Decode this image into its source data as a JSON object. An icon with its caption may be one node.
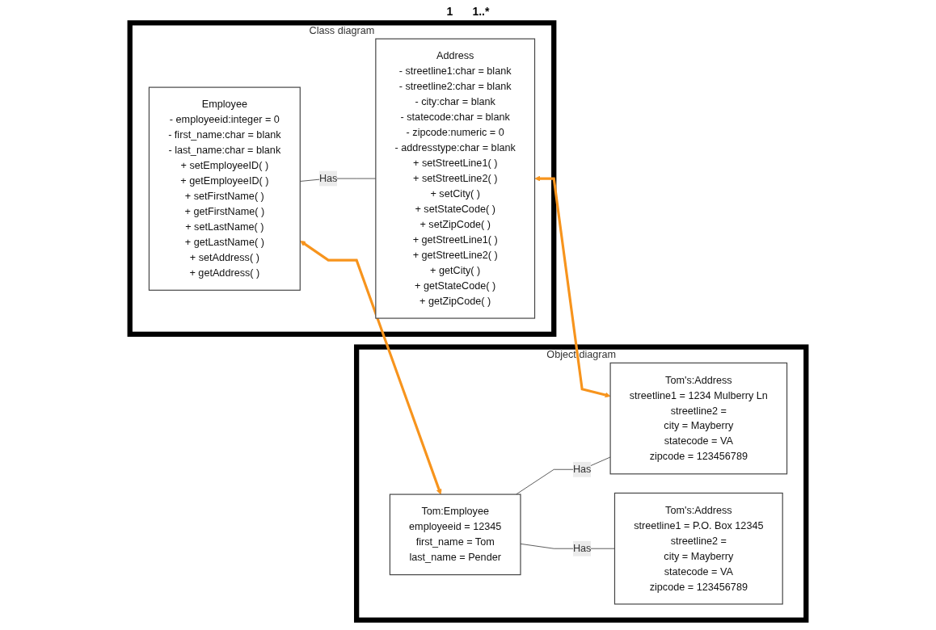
{
  "diagram": {
    "nodes": [
      {
        "text": [
          "Class diagram"
        ]
      },
      {
        "text": [
          "Employee",
          "- employeeid:integer = 0",
          "- first_name:char = blank",
          "- last_name:char = blank",
          "+ setEmployeeID( )",
          "+ getEmployeeID( )",
          "+ setFirstName( )",
          "+ getFirstName( )",
          "+ setLastName( )",
          "+ getLastName( )",
          "+ setAddress( )",
          "+ getAddress( )"
        ],
        "in": 0
      },
      {
        "text": [
          "Address",
          "- streetline1:char = blank",
          "- streetline2:char = blank",
          "- city:char = blank",
          "- statecode:char = blank",
          "- zipcode:numeric = 0",
          "- addresstype:char = blank",
          "+ setStreetLine1( )",
          "+ setStreetLine2( )",
          "+ setCity( )",
          "+ setStateCode( )",
          "+ setZipCode( )",
          "+ getStreetLine1( )",
          "+ getStreetLine2( )",
          "+ getCity( )",
          "+ getStateCode( )",
          "+ getZipCode( )"
        ],
        "in": 0
      },
      {
        "text": [
          "Object diagram"
        ]
      },
      {
        "text": [
          "Tom:Employee",
          "employeeid = 12345",
          "first_name = Tom",
          "last_name = Pender"
        ],
        "in": 3
      },
      {
        "text": [
          "Tom's:Address",
          "streetline1 = 1234 Mulberry Ln",
          "streetline2 =",
          "city = Mayberry",
          "statecode = VA",
          "zipcode = 123456789"
        ],
        "in": 3
      },
      {
        "text": [
          "Tom's:Address",
          "streetline1 = P.O. Box 12345",
          "streetline2 =",
          "city = Mayberry",
          "statecode = VA",
          "zipcode = 123456789"
        ],
        "in": 3
      }
    ],
    "edges": [
      {
        "from": 1,
        "to": 2,
        "arrow": "none",
        "label": "Has"
      },
      {
        "from": 1,
        "to": 4,
        "arrow": "both",
        "style": "thick",
        "color": "#f7941d"
      },
      {
        "from": 2,
        "to": 5,
        "arrow": "both",
        "style": "thick",
        "color": "#f7941d"
      },
      {
        "from": 4,
        "to": 5,
        "arrow": "none",
        "label": "Has"
      },
      {
        "from": 4,
        "to": 6,
        "arrow": "none",
        "label": "Has"
      }
    ],
    "labels": [
      "1",
      "1..*"
    ]
  }
}
